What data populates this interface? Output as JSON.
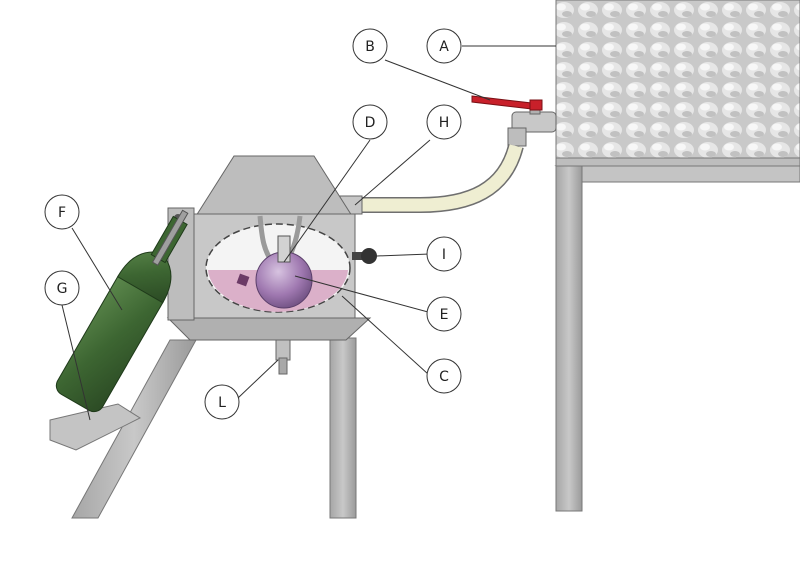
{
  "callouts": {
    "A": "A",
    "B": "B",
    "C": "C",
    "D": "D",
    "E": "E",
    "F": "F",
    "G": "G",
    "H": "H",
    "I": "I",
    "L": "L"
  },
  "colors": {
    "steel": "#b9b9b9",
    "steel_dark": "#8f8f8f",
    "tank": "#d6d6d6",
    "valve_handle": "#c8202a",
    "hose": "#efeed2",
    "wine": "#d8a9c4",
    "bulb": "#a07ab0",
    "bottle": "#3f6a35"
  },
  "icons": [
    "tank",
    "ball-valve",
    "hose",
    "filler-body",
    "float-bulb",
    "wine-bottle",
    "bottle-rest",
    "knob",
    "drain-nozzle"
  ]
}
